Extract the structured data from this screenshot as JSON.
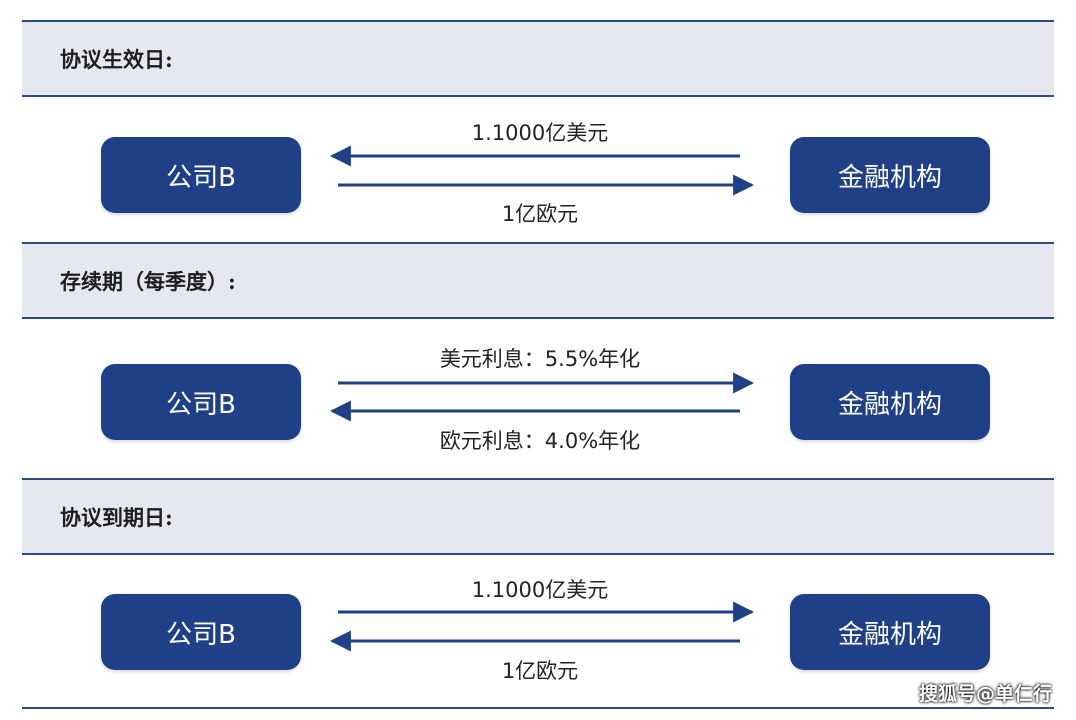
{
  "sections": [
    {
      "title": "协议生效日:",
      "left_party": "公司B",
      "right_party": "金融机构",
      "upper_flow": {
        "label": "1.1000亿美元",
        "direction": "to-left"
      },
      "lower_flow": {
        "label": "1亿欧元",
        "direction": "to-right"
      }
    },
    {
      "title": "存续期（每季度）:",
      "left_party": "公司B",
      "right_party": "金融机构",
      "upper_flow": {
        "label": "美元利息：5.5%年化",
        "direction": "to-right"
      },
      "lower_flow": {
        "label": "欧元利息：4.0%年化",
        "direction": "to-left"
      }
    },
    {
      "title": "协议到期日:",
      "left_party": "公司B",
      "right_party": "金融机构",
      "upper_flow": {
        "label": "1.1000亿美元",
        "direction": "to-right"
      },
      "lower_flow": {
        "label": "1亿欧元",
        "direction": "to-left"
      }
    }
  ],
  "watermark": "搜狐号@单仁行",
  "colors": {
    "box_fill": "#1f3f86",
    "header_fill": "#e6e8ef",
    "rule": "#2b4a86",
    "arrow": "#1f3f86"
  }
}
